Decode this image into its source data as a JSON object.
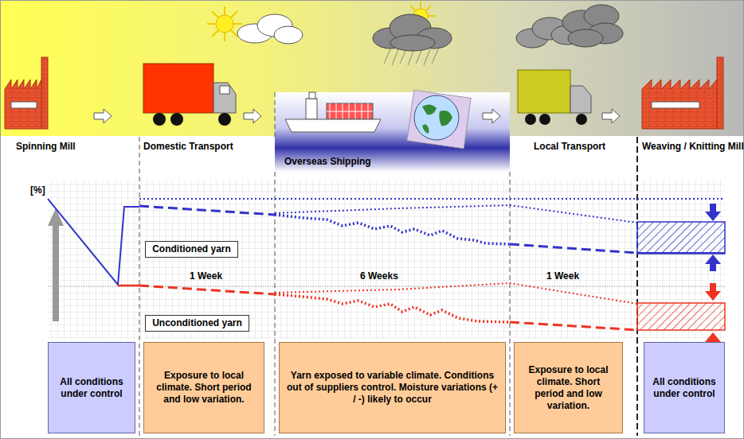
{
  "diagram": {
    "nodes": [
      {
        "text": [
          "Conditioned yarn"
        ]
      },
      {
        "text": [
          "Unconditioned yarn"
        ]
      },
      {
        "text": [
          "All conditions under control"
        ]
      },
      {
        "text": [
          "Exposure to local climate. Short period and low variation."
        ]
      },
      {
        "text": [
          "Yarn exposed to variable climate. Conditions out of suppliers control. Moisture variations (+ / -) likely to occur"
        ]
      },
      {
        "text": [
          "Exposure to local climate. Short period and low variation."
        ]
      },
      {
        "text": [
          "All conditions under control"
        ]
      }
    ],
    "labels": [
      "Spinning Mill",
      "Domestic Transport",
      "Overseas Shipping",
      "Local Transport",
      "Weaving / Knitting Mill",
      "[%]",
      "1 Week",
      "6 Weeks",
      "1 Week"
    ]
  }
}
